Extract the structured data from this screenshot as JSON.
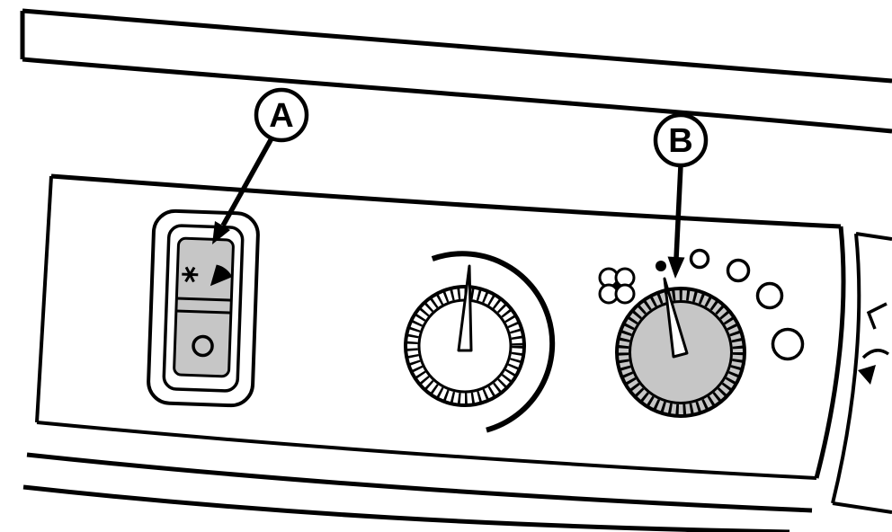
{
  "figure": {
    "background_color": "#ffffff",
    "line_color": "#000000",
    "control_gray_color": "#c6c6c6"
  },
  "callouts": {
    "a": {
      "label": "A"
    },
    "b": {
      "label": "B"
    }
  },
  "icons": {
    "wiper_washer": "wiper-washer-icon",
    "off_position": "off-position-circle-icon",
    "fan_blower": "fan-blower-icon",
    "fan_speed_dots": "fan-speed-dot-icons",
    "right_panel_partial": "partial-right-panel-icon"
  }
}
